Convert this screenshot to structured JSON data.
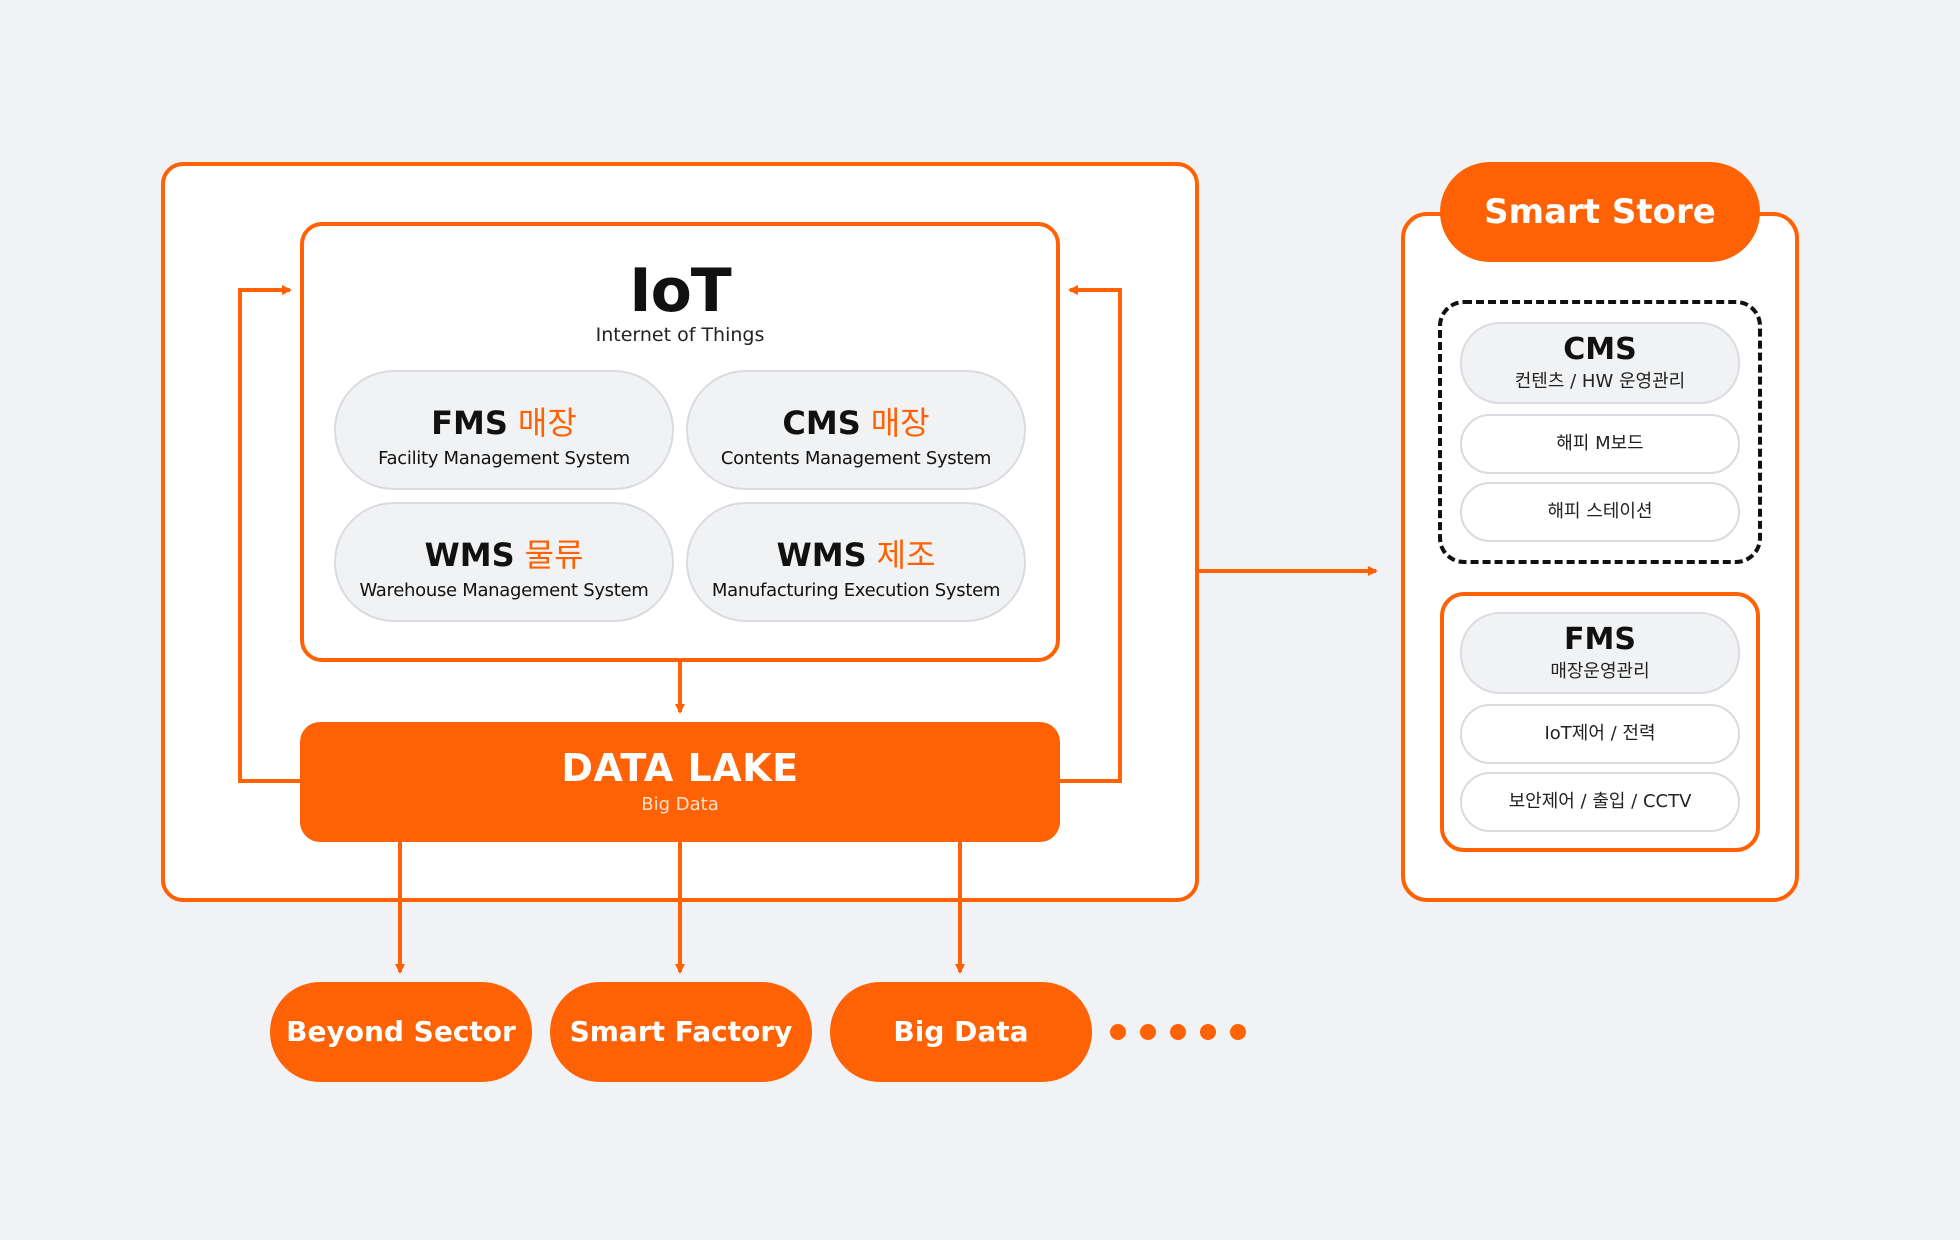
{
  "colors": {
    "accent": "#ff6204",
    "background": "#f1f2f5",
    "pill": "#f1f2f4",
    "text": "#111111"
  },
  "iot": {
    "title": "IoT",
    "subtitle": "Internet of Things",
    "systems": [
      {
        "code": "FMS",
        "ko": "매장",
        "full": "Facility Management System"
      },
      {
        "code": "CMS",
        "ko": "매장",
        "full": "Contents Management System"
      },
      {
        "code": "WMS",
        "ko": "물류",
        "full": "Warehouse Management System"
      },
      {
        "code": "WMS",
        "ko": "제조",
        "full": "Manufacturing Execution System"
      }
    ]
  },
  "data_lake": {
    "title": "DATA LAKE",
    "subtitle": "Big Data"
  },
  "outputs": [
    "Beyond Sector",
    "Smart Factory",
    "Big Data"
  ],
  "smart_store": {
    "title": "Smart Store",
    "cms": {
      "title": "CMS",
      "subtitle": "컨텐츠 / HW 운영관리",
      "items": [
        "해피 M보드",
        "해피 스테이션"
      ]
    },
    "fms": {
      "title": "FMS",
      "subtitle": "매장운영관리",
      "items": [
        "IoT제어 / 전력",
        "보안제어 / 출입 / CCTV"
      ]
    }
  }
}
